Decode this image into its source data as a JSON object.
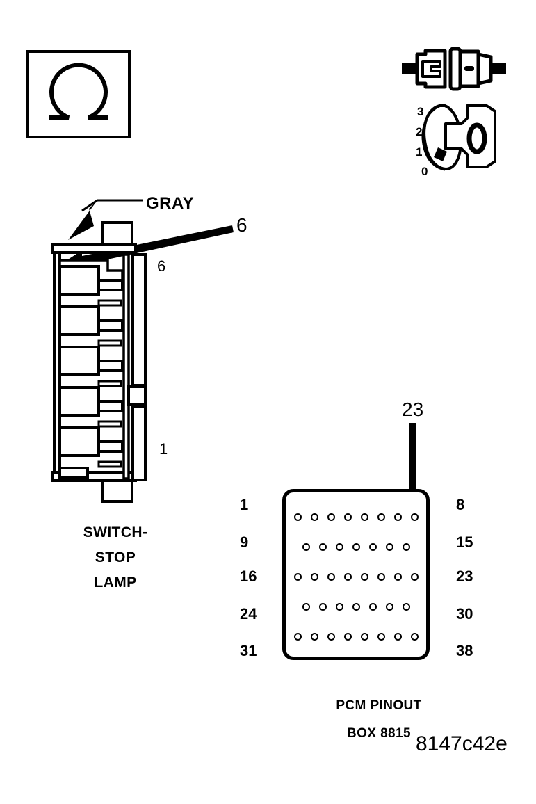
{
  "figure": {
    "code": "8147c42e",
    "background_color": "#ffffff",
    "line_color": "#000000"
  },
  "symbols": {
    "omega_box": {
      "glyph": "omega",
      "meaning": "ohm-symbol"
    },
    "connector_pair": {
      "name": "inline-connector-pair-icon"
    },
    "cavity_key": {
      "center_label": "0",
      "scale": [
        "3",
        "2",
        "1",
        "0"
      ]
    }
  },
  "left_connector": {
    "wire_color_label": "GRAY",
    "callout_pin": "6",
    "rail_top_label": "6",
    "rail_bottom_label": "1",
    "name_lines": [
      "SWITCH-",
      "STOP",
      "LAMP"
    ],
    "cavity_count": 6
  },
  "pcm": {
    "callout_pin": "23",
    "caption_lines": [
      "PCM PINOUT",
      "BOX 8815"
    ],
    "left_labels": [
      "1",
      "9",
      "16",
      "24",
      "31"
    ],
    "right_labels": [
      "8",
      "15",
      "23",
      "30",
      "38"
    ],
    "rows": [
      {
        "count": 8,
        "offset": false
      },
      {
        "count": 7,
        "offset": true
      },
      {
        "count": 8,
        "offset": false
      },
      {
        "count": 7,
        "offset": true
      },
      {
        "count": 8,
        "offset": false
      }
    ]
  }
}
